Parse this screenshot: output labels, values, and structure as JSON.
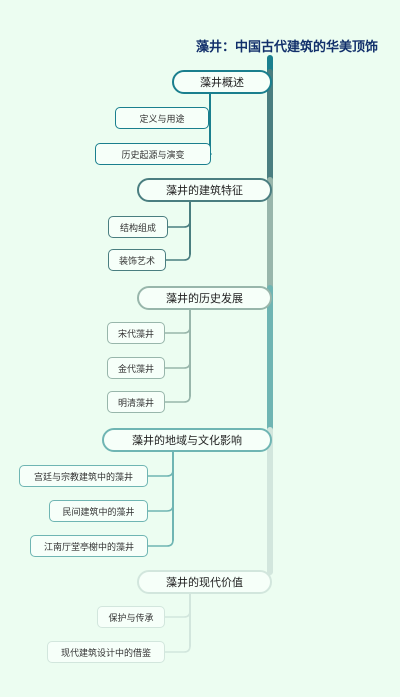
{
  "title": "藻井：中国古代建筑的华美顶饰",
  "sections": [
    {
      "label": "藻井概述",
      "color": "#1a7f8e",
      "children": [
        "定义与用途",
        "历史起源与演变"
      ]
    },
    {
      "label": "藻井的建筑特征",
      "color": "#4a7e80",
      "children": [
        "结构组成",
        "装饰艺术"
      ]
    },
    {
      "label": "藻井的历史发展",
      "color": "#98b6ab",
      "children": [
        "宋代藻井",
        "金代藻井",
        "明清藻井"
      ]
    },
    {
      "label": "藻井的地域与文化影响",
      "color": "#6fb5b3",
      "children": [
        "宫廷与宗教建筑中的藻井",
        "民间建筑中的藻井",
        "江南厅堂亭榭中的藻井"
      ]
    },
    {
      "label": "藻井的现代价值",
      "color": "#d2e6dd",
      "children": [
        "保护与传承",
        "现代建筑设计中的借鉴"
      ]
    }
  ]
}
